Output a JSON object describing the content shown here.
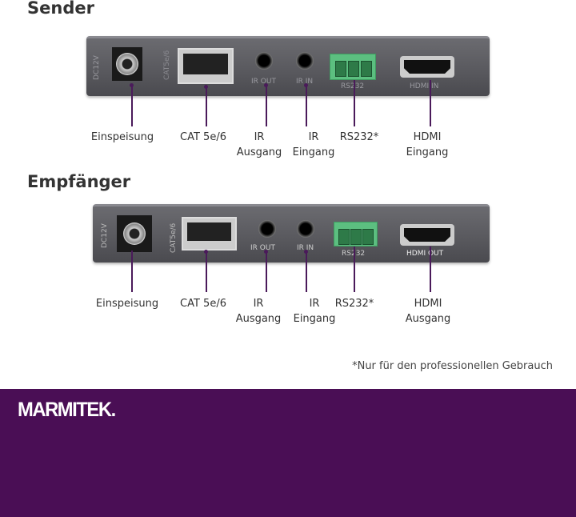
{
  "sender": {
    "title": "Sender",
    "panel_labels": {
      "dc": "DC12V",
      "cat": "CAT5e/6",
      "ir_out": "IR OUT",
      "ir_in": "IR IN",
      "rs232": "RS232",
      "hdmi": "HDMI IN"
    },
    "callouts": {
      "power": "Einspeisung",
      "cat": "CAT 5e/6",
      "ir_out": "IR\nAusgang",
      "ir_in": "IR\nEingang",
      "rs232": "RS232*",
      "hdmi": "HDMI\nEingang"
    }
  },
  "receiver": {
    "title": "Empfänger",
    "panel_labels": {
      "dc": "DC12V",
      "cat": "CAT5e/6",
      "ir_out": "IR OUT",
      "ir_in": "IR IN",
      "rs232": "RS232",
      "hdmi": "HDMI OUT"
    },
    "callouts": {
      "power": "Einspeisung",
      "cat": "CAT 5e/6",
      "ir_out": "IR\nAusgang",
      "ir_in": "IR\nEingang",
      "rs232": "RS232*",
      "hdmi": "HDMI\nAusgang"
    }
  },
  "footnote": "*Nur für den professionellen Gebrauch",
  "brand": {
    "logo": "MARMITEK.",
    "color": "#4a0e55"
  }
}
